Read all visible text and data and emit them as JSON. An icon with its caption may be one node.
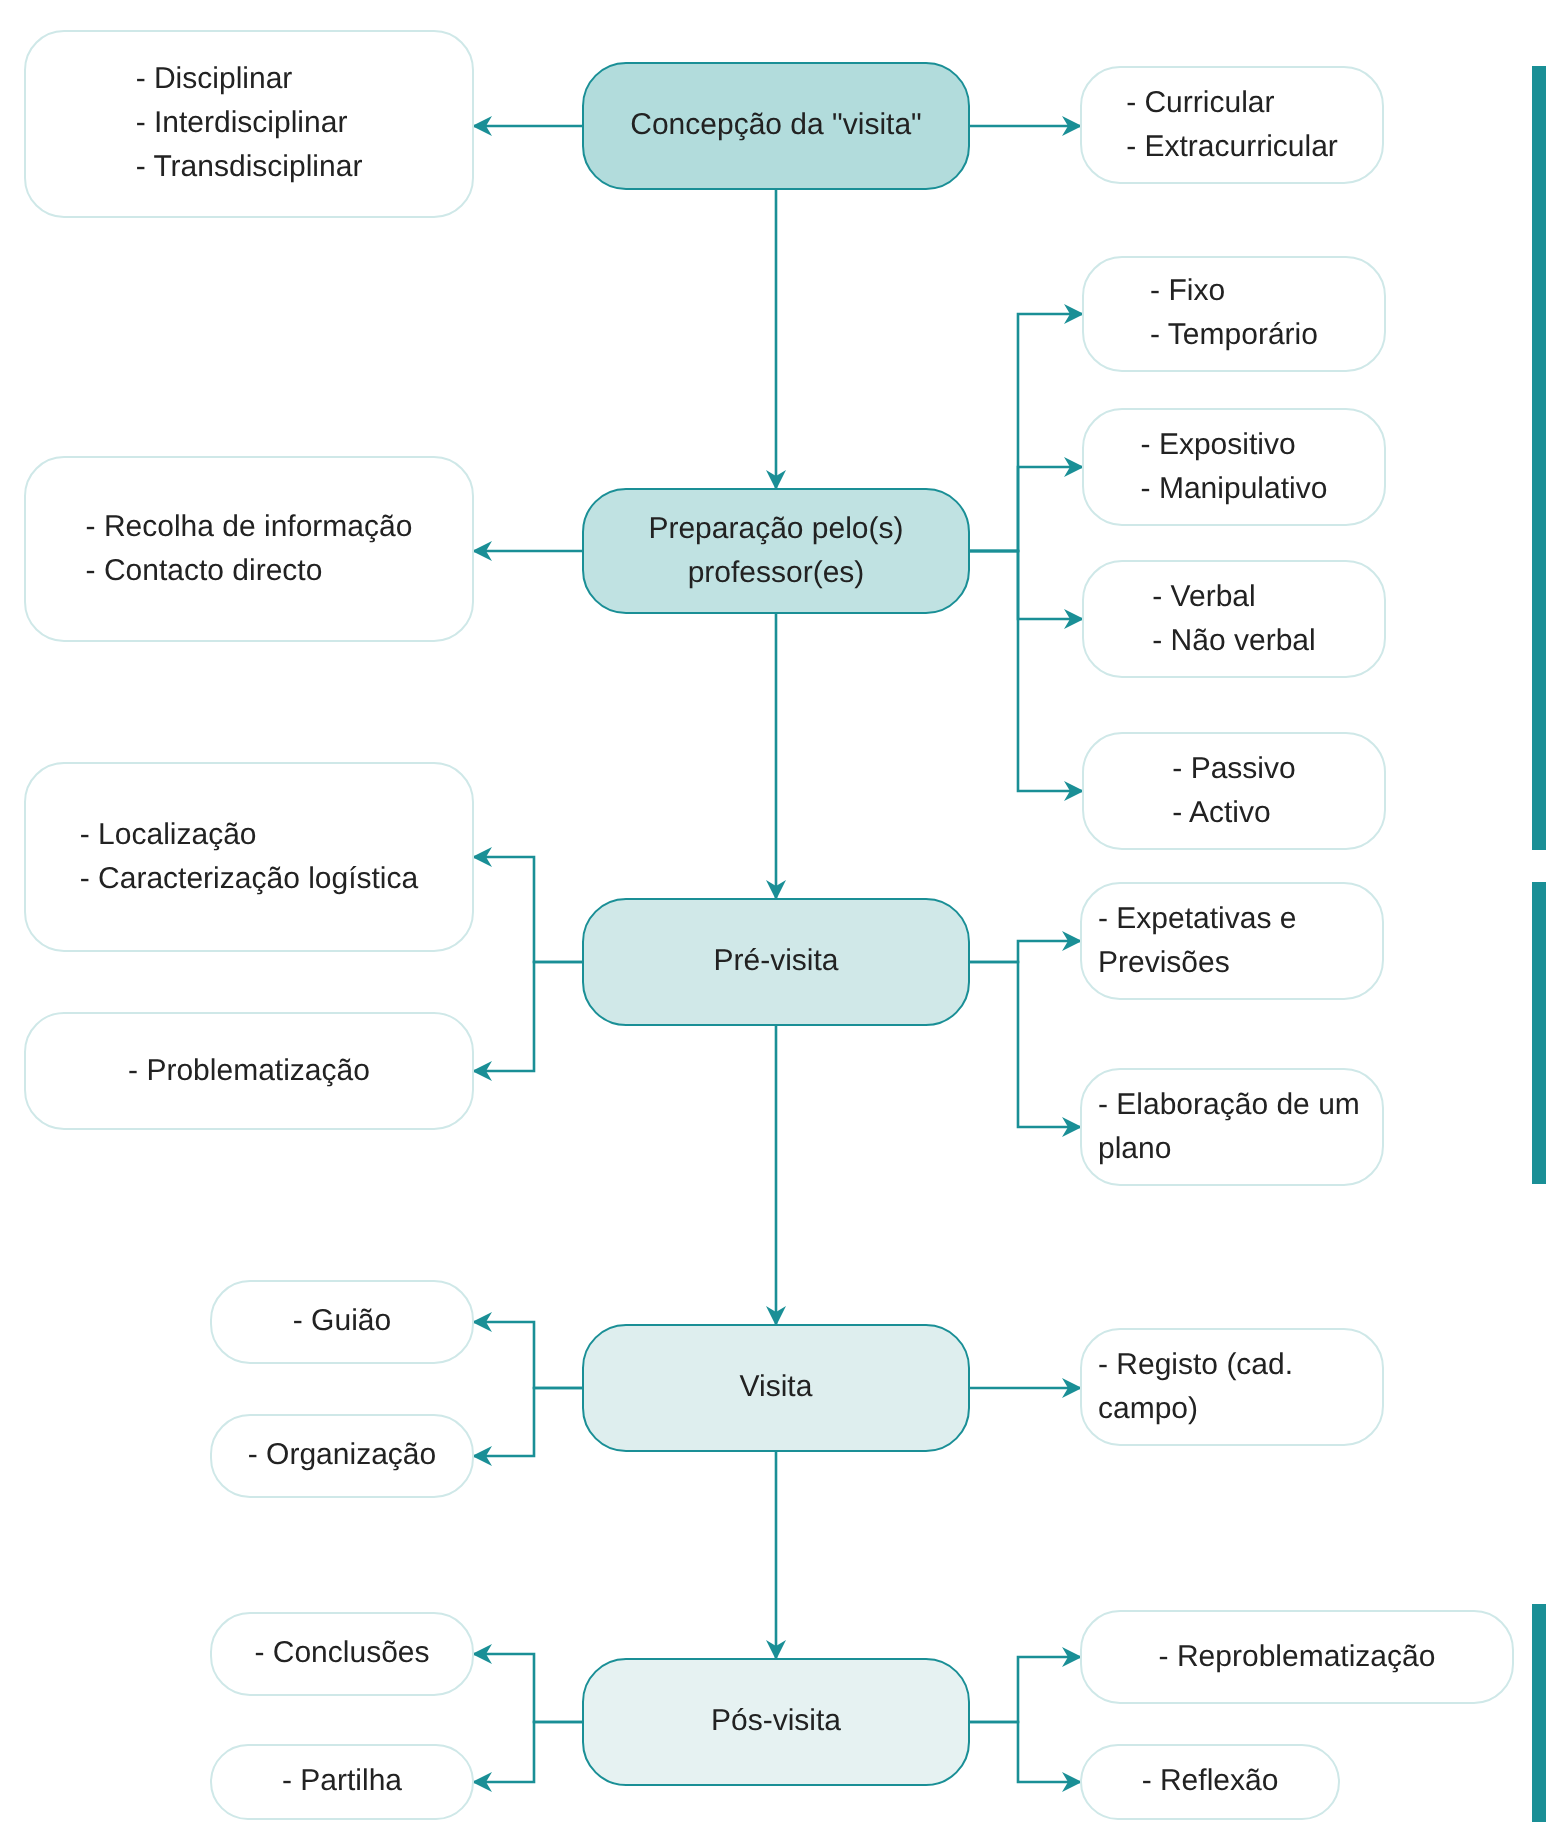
{
  "diagram": {
    "nodes": [
      {
        "text": [
          "Concepção da \"visita\""
        ]
      },
      {
        "text": [
          "- Disciplinar",
          "- Interdisciplinar",
          "- Transdisciplinar"
        ]
      },
      {
        "text": [
          "- Curricular",
          "- Extracurricular"
        ]
      },
      {
        "text": [
          "Preparação pelo(s) professor(es)"
        ]
      },
      {
        "text": [
          "- Recolha de informação",
          "- Contacto directo"
        ]
      },
      {
        "text": [
          "- Fixo",
          "- Temporário"
        ]
      },
      {
        "text": [
          "- Expositivo",
          "- Manipulativo"
        ]
      },
      {
        "text": [
          "- Verbal",
          "- Não verbal"
        ]
      },
      {
        "text": [
          "- Passivo",
          "- Activo"
        ]
      },
      {
        "text": [
          "Pré-visita"
        ]
      },
      {
        "text": [
          "- Localização",
          "- Caracterização logística"
        ]
      },
      {
        "text": [
          "- Problematização"
        ]
      },
      {
        "text": [
          "- Expetativas e Previsões"
        ]
      },
      {
        "text": [
          "- Elaboração de um plano"
        ]
      },
      {
        "text": [
          "Visita"
        ]
      },
      {
        "text": [
          "- Guião"
        ]
      },
      {
        "text": [
          "- Organização"
        ]
      },
      {
        "text": [
          "- Registo (cad. campo)"
        ]
      },
      {
        "text": [
          "Pós-visita"
        ]
      },
      {
        "text": [
          "- Conclusões"
        ]
      },
      {
        "text": [
          "- Partilha"
        ]
      },
      {
        "text": [
          "- Reproblematização"
        ]
      },
      {
        "text": [
          "- Reflexão"
        ]
      }
    ],
    "edges": [
      {
        "from": 0,
        "to": 1,
        "arrow": "to"
      },
      {
        "from": 0,
        "to": 2,
        "arrow": "to"
      },
      {
        "from": 0,
        "to": 3,
        "arrow": "to"
      },
      {
        "from": 3,
        "to": 4,
        "arrow": "to"
      },
      {
        "from": 3,
        "to": 5,
        "arrow": "to"
      },
      {
        "from": 3,
        "to": 6,
        "arrow": "to"
      },
      {
        "from": 3,
        "to": 7,
        "arrow": "to"
      },
      {
        "from": 3,
        "to": 8,
        "arrow": "to"
      },
      {
        "from": 3,
        "to": 9,
        "arrow": "to"
      },
      {
        "from": 9,
        "to": 10,
        "arrow": "to"
      },
      {
        "from": 9,
        "to": 11,
        "arrow": "to"
      },
      {
        "from": 9,
        "to": 12,
        "arrow": "to"
      },
      {
        "from": 9,
        "to": 13,
        "arrow": "to"
      },
      {
        "from": 9,
        "to": 14,
        "arrow": "to"
      },
      {
        "from": 14,
        "to": 15,
        "arrow": "to"
      },
      {
        "from": 14,
        "to": 16,
        "arrow": "to"
      },
      {
        "from": 14,
        "to": 17,
        "arrow": "to"
      },
      {
        "from": 14,
        "to": 18,
        "arrow": "to"
      },
      {
        "from": 18,
        "to": 19,
        "arrow": "to"
      },
      {
        "from": 18,
        "to": 20,
        "arrow": "to"
      },
      {
        "from": 18,
        "to": 21,
        "arrow": "to"
      },
      {
        "from": 18,
        "to": 22,
        "arrow": "to"
      }
    ]
  }
}
